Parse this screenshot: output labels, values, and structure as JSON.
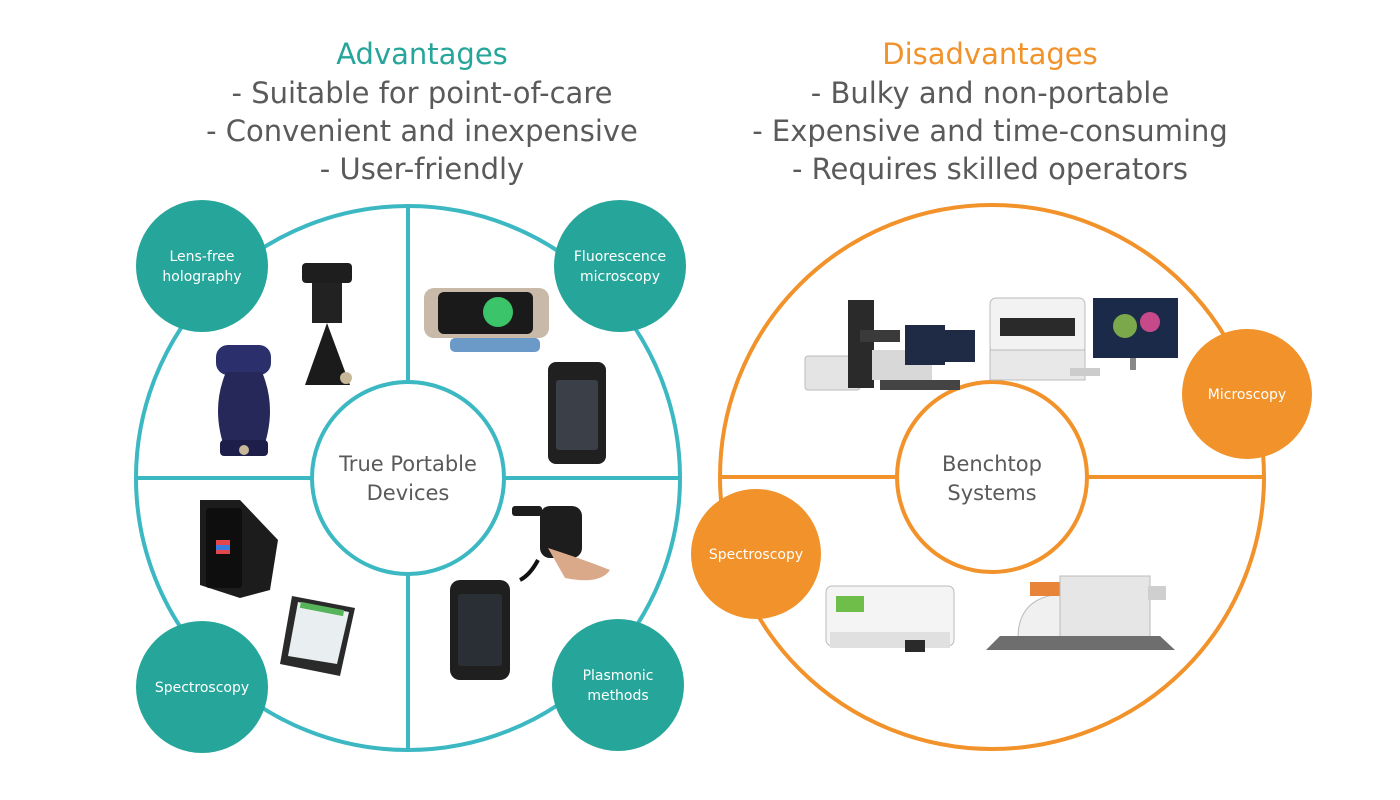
{
  "advantages": {
    "title": "Advantages",
    "items": [
      "- Suitable for point-of-care",
      "- Convenient and inexpensive",
      "- User-friendly"
    ]
  },
  "disadvantages": {
    "title": "Disadvantages",
    "items": [
      "- Bulky and non-portable",
      "- Expensive and time-consuming",
      "- Requires skilled operators"
    ]
  },
  "portable": {
    "center_line1": "True Portable",
    "center_line2": "Devices",
    "badges": {
      "lensfree_1": "Lens-free",
      "lensfree_2": "holography",
      "fluor_1": "Fluorescence",
      "fluor_2": "microscopy",
      "spectro": "Spectroscopy",
      "plasmonic_1": "Plasmonic",
      "plasmonic_2": "methods"
    }
  },
  "benchtop": {
    "center_line1": "Benchtop",
    "center_line2": "Systems",
    "badges": {
      "microscopy": "Microscopy",
      "spectroscopy": "Spectroscopy"
    }
  },
  "colors": {
    "teal": "#26a69a",
    "teal_ring": "#3bb8c2",
    "orange": "#f2922a",
    "gray_text": "#5a5a5a"
  }
}
